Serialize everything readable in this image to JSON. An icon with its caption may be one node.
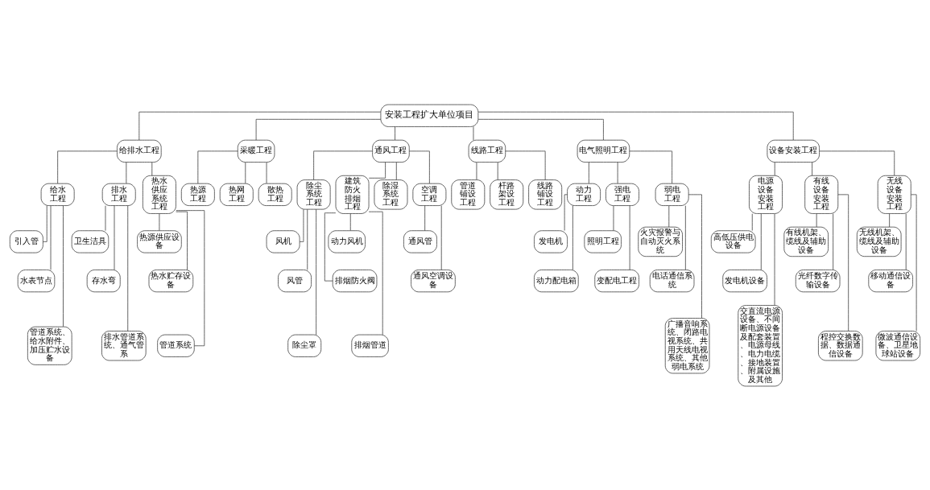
{
  "diagram": {
    "nodes": [
      {
        "text": [
          "安装工程扩大单位项目"
        ]
      },
      {
        "text": [
          "给排水工程"
        ]
      },
      {
        "text": [
          "采暖工程"
        ]
      },
      {
        "text": [
          "通风工程"
        ]
      },
      {
        "text": [
          "线路工程"
        ]
      },
      {
        "text": [
          "电气照明工程"
        ]
      },
      {
        "text": [
          "设备安装工程"
        ]
      },
      {
        "text": [
          "给水工程"
        ]
      },
      {
        "text": [
          "排水工程"
        ]
      },
      {
        "text": [
          "热水供应系统工程"
        ]
      },
      {
        "text": [
          "热源工程"
        ]
      },
      {
        "text": [
          "热网工程"
        ]
      },
      {
        "text": [
          "散热工程"
        ]
      },
      {
        "text": [
          "除尘系统工程"
        ]
      },
      {
        "text": [
          "建筑防火排烟工程"
        ]
      },
      {
        "text": [
          "除湿系统工程"
        ]
      },
      {
        "text": [
          "空调工程"
        ]
      },
      {
        "text": [
          "管道铺设工程"
        ]
      },
      {
        "text": [
          "杆路架设工程"
        ]
      },
      {
        "text": [
          "线路铺设工程"
        ]
      },
      {
        "text": [
          "动力工程"
        ]
      },
      {
        "text": [
          "强电工程"
        ]
      },
      {
        "text": [
          "弱电工程"
        ]
      },
      {
        "text": [
          "电源设备安装工程"
        ]
      },
      {
        "text": [
          "有线设备安装工程"
        ]
      },
      {
        "text": [
          "无线设备安装工程"
        ]
      },
      {
        "text": [
          "引入管"
        ]
      },
      {
        "text": [
          "水表节点"
        ]
      },
      {
        "text": [
          "管道系统、给水附件、加压贮水设备"
        ]
      },
      {
        "text": [
          "卫生洁具"
        ]
      },
      {
        "text": [
          "存水弯"
        ]
      },
      {
        "text": [
          "排水管道系统、通气管系"
        ]
      },
      {
        "text": [
          "热源供应设备"
        ]
      },
      {
        "text": [
          "热水贮存设备"
        ]
      },
      {
        "text": [
          "管道系统"
        ]
      },
      {
        "text": [
          "风机"
        ]
      },
      {
        "text": [
          "风管"
        ]
      },
      {
        "text": [
          "除尘罩"
        ]
      },
      {
        "text": [
          "动力风机"
        ]
      },
      {
        "text": [
          "排烟防火阀"
        ]
      },
      {
        "text": [
          "排烟管道"
        ]
      },
      {
        "text": [
          "通风管"
        ]
      },
      {
        "text": [
          "通风空调设备"
        ]
      },
      {
        "text": [
          "发电机"
        ]
      },
      {
        "text": [
          "动力配电箱"
        ]
      },
      {
        "text": [
          "照明工程"
        ]
      },
      {
        "text": [
          "变配电工程"
        ]
      },
      {
        "text": [
          "火灾报警与自动灭火系统"
        ]
      },
      {
        "text": [
          "电话通信系统"
        ]
      },
      {
        "text": [
          "广播音响系统、闭路电视系统、共用天线电视系统、其他弱电系统"
        ]
      },
      {
        "text": [
          "高低压供电设备"
        ]
      },
      {
        "text": [
          "发电机设备"
        ]
      },
      {
        "text": [
          "交直流电源设备、不间断电源设备及配套装置、电源母线、电力电缆、接地装置、附属设施及其他"
        ]
      },
      {
        "text": [
          "有线机架、缆线及辅助设备"
        ]
      },
      {
        "text": [
          "光纤数字传输设备"
        ]
      },
      {
        "text": [
          "程控交换数据、数据通信设备"
        ]
      },
      {
        "text": [
          "无线机架、缆线及辅助设备"
        ]
      },
      {
        "text": [
          "移动通信设备"
        ]
      },
      {
        "text": [
          "微波通信设备、卫星地球站设备"
        ]
      }
    ],
    "edges": [
      {
        "from": 0,
        "to": 1,
        "arrow": "none"
      },
      {
        "from": 0,
        "to": 2,
        "arrow": "none"
      },
      {
        "from": 0,
        "to": 3,
        "arrow": "none"
      },
      {
        "from": 0,
        "to": 4,
        "arrow": "none"
      },
      {
        "from": 0,
        "to": 5,
        "arrow": "none"
      },
      {
        "from": 0,
        "to": 6,
        "arrow": "none"
      },
      {
        "from": 1,
        "to": 7,
        "arrow": "none"
      },
      {
        "from": 1,
        "to": 8,
        "arrow": "none"
      },
      {
        "from": 1,
        "to": 9,
        "arrow": "none"
      },
      {
        "from": 2,
        "to": 10,
        "arrow": "none"
      },
      {
        "from": 2,
        "to": 11,
        "arrow": "none"
      },
      {
        "from": 2,
        "to": 12,
        "arrow": "none"
      },
      {
        "from": 3,
        "to": 13,
        "arrow": "none"
      },
      {
        "from": 3,
        "to": 14,
        "arrow": "none"
      },
      {
        "from": 3,
        "to": 15,
        "arrow": "none"
      },
      {
        "from": 3,
        "to": 16,
        "arrow": "none"
      },
      {
        "from": 4,
        "to": 17,
        "arrow": "none"
      },
      {
        "from": 4,
        "to": 18,
        "arrow": "none"
      },
      {
        "from": 4,
        "to": 19,
        "arrow": "none"
      },
      {
        "from": 5,
        "to": 20,
        "arrow": "none"
      },
      {
        "from": 5,
        "to": 21,
        "arrow": "none"
      },
      {
        "from": 5,
        "to": 22,
        "arrow": "none"
      },
      {
        "from": 6,
        "to": 23,
        "arrow": "none"
      },
      {
        "from": 6,
        "to": 24,
        "arrow": "none"
      },
      {
        "from": 6,
        "to": 25,
        "arrow": "none"
      },
      {
        "from": 7,
        "to": 26,
        "arrow": "none"
      },
      {
        "from": 7,
        "to": 27,
        "arrow": "none"
      },
      {
        "from": 7,
        "to": 28,
        "arrow": "none"
      },
      {
        "from": 8,
        "to": 29,
        "arrow": "none"
      },
      {
        "from": 8,
        "to": 30,
        "arrow": "none"
      },
      {
        "from": 8,
        "to": 31,
        "arrow": "none"
      },
      {
        "from": 9,
        "to": 32,
        "arrow": "none"
      },
      {
        "from": 9,
        "to": 33,
        "arrow": "none"
      },
      {
        "from": 9,
        "to": 34,
        "arrow": "none"
      },
      {
        "from": 13,
        "to": 35,
        "arrow": "none"
      },
      {
        "from": 13,
        "to": 36,
        "arrow": "none"
      },
      {
        "from": 13,
        "to": 37,
        "arrow": "none"
      },
      {
        "from": 14,
        "to": 38,
        "arrow": "none"
      },
      {
        "from": 14,
        "to": 39,
        "arrow": "none"
      },
      {
        "from": 14,
        "to": 40,
        "arrow": "none"
      },
      {
        "from": 16,
        "to": 41,
        "arrow": "none"
      },
      {
        "from": 16,
        "to": 42,
        "arrow": "none"
      },
      {
        "from": 20,
        "to": 43,
        "arrow": "none"
      },
      {
        "from": 20,
        "to": 44,
        "arrow": "none"
      },
      {
        "from": 21,
        "to": 45,
        "arrow": "none"
      },
      {
        "from": 21,
        "to": 46,
        "arrow": "none"
      },
      {
        "from": 22,
        "to": 47,
        "arrow": "none"
      },
      {
        "from": 22,
        "to": 48,
        "arrow": "none"
      },
      {
        "from": 22,
        "to": 49,
        "arrow": "none"
      },
      {
        "from": 23,
        "to": 50,
        "arrow": "none"
      },
      {
        "from": 23,
        "to": 51,
        "arrow": "none"
      },
      {
        "from": 23,
        "to": 52,
        "arrow": "none"
      },
      {
        "from": 24,
        "to": 53,
        "arrow": "none"
      },
      {
        "from": 24,
        "to": 54,
        "arrow": "none"
      },
      {
        "from": 24,
        "to": 55,
        "arrow": "none"
      },
      {
        "from": 25,
        "to": 56,
        "arrow": "none"
      },
      {
        "from": 25,
        "to": 57,
        "arrow": "none"
      },
      {
        "from": 25,
        "to": 58,
        "arrow": "none"
      }
    ]
  }
}
